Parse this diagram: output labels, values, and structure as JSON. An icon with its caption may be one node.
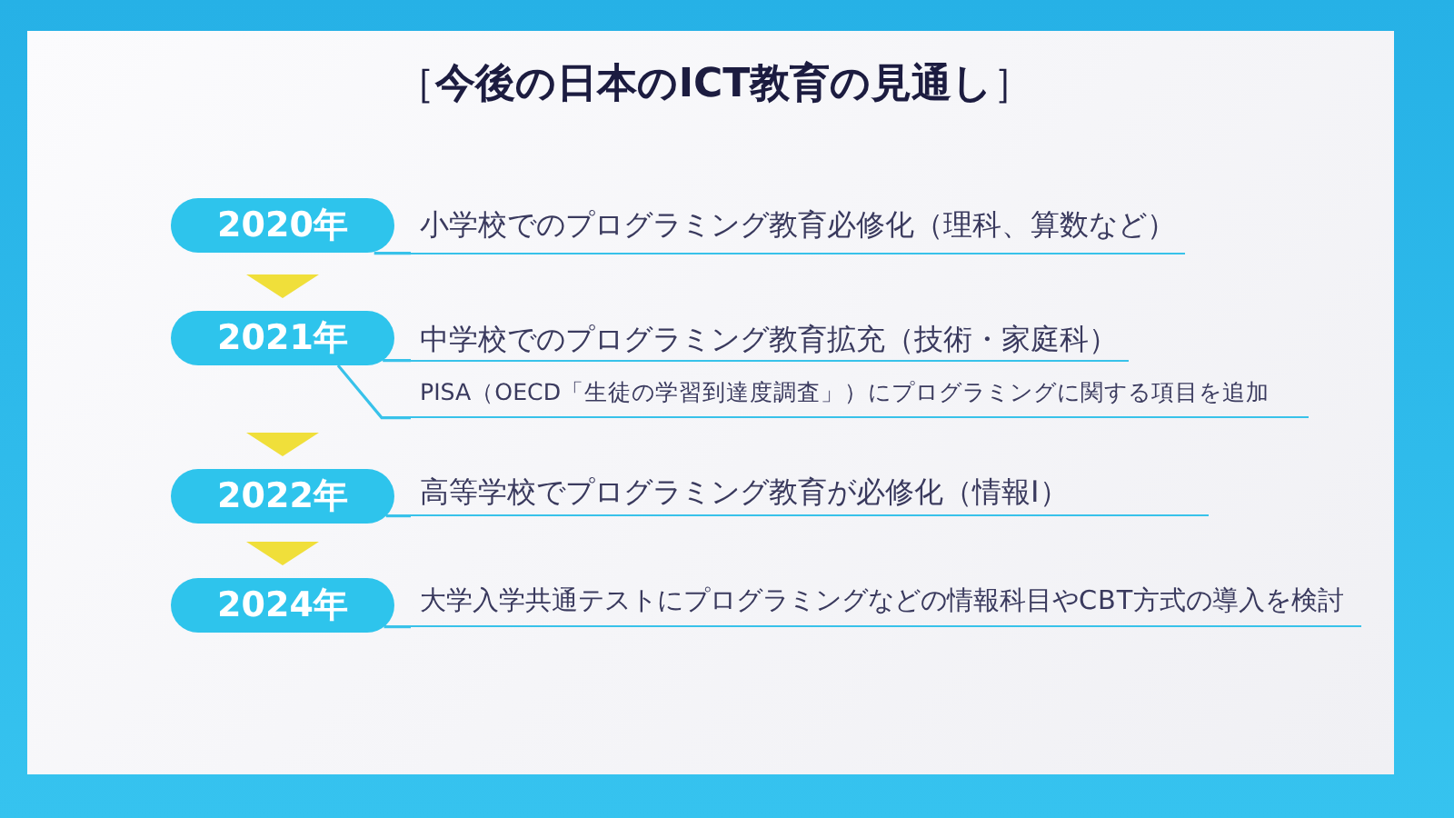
{
  "diagram": {
    "title": "［**今後の日本のICT教育の見通し**］",
    "nodes": [
      {
        "text": [
          "2020年"
        ]
      },
      {
        "text": [
          "小学校でのプログラミング教育必修化（理科、算数など）"
        ]
      },
      {
        "text": [
          "2021年"
        ]
      },
      {
        "text": [
          "中学校でのプログラミング教育拡充（技術・家庭科）"
        ]
      },
      {
        "text": [
          "PISA（OECD「生徒の学習到達度調査」）にプログラミングに関する項目を追加"
        ]
      },
      {
        "text": [
          "2022年"
        ]
      },
      {
        "text": [
          "高等学校でプログラミング教育が必修化（情報Ⅰ）"
        ]
      },
      {
        "text": [
          "2024年"
        ]
      },
      {
        "text": [
          "大学入学共通テストにプログラミングなどの情報科目やCBT方式の導入を検討"
        ]
      }
    ],
    "edges": [
      {
        "from": 0,
        "to": 2,
        "arrow": "to",
        "color": "#f0df3a"
      },
      {
        "from": 2,
        "to": 5,
        "arrow": "to",
        "color": "#f0df3a"
      },
      {
        "from": 5,
        "to": 7,
        "arrow": "to",
        "color": "#f0df3a"
      },
      {
        "from": 0,
        "to": 1,
        "arrow": "none"
      },
      {
        "from": 2,
        "to": 3,
        "arrow": "none"
      },
      {
        "from": 2,
        "to": 4,
        "arrow": "none"
      },
      {
        "from": 5,
        "to": 6,
        "arrow": "none"
      },
      {
        "from": 7,
        "to": 8,
        "arrow": "none"
      }
    ]
  }
}
